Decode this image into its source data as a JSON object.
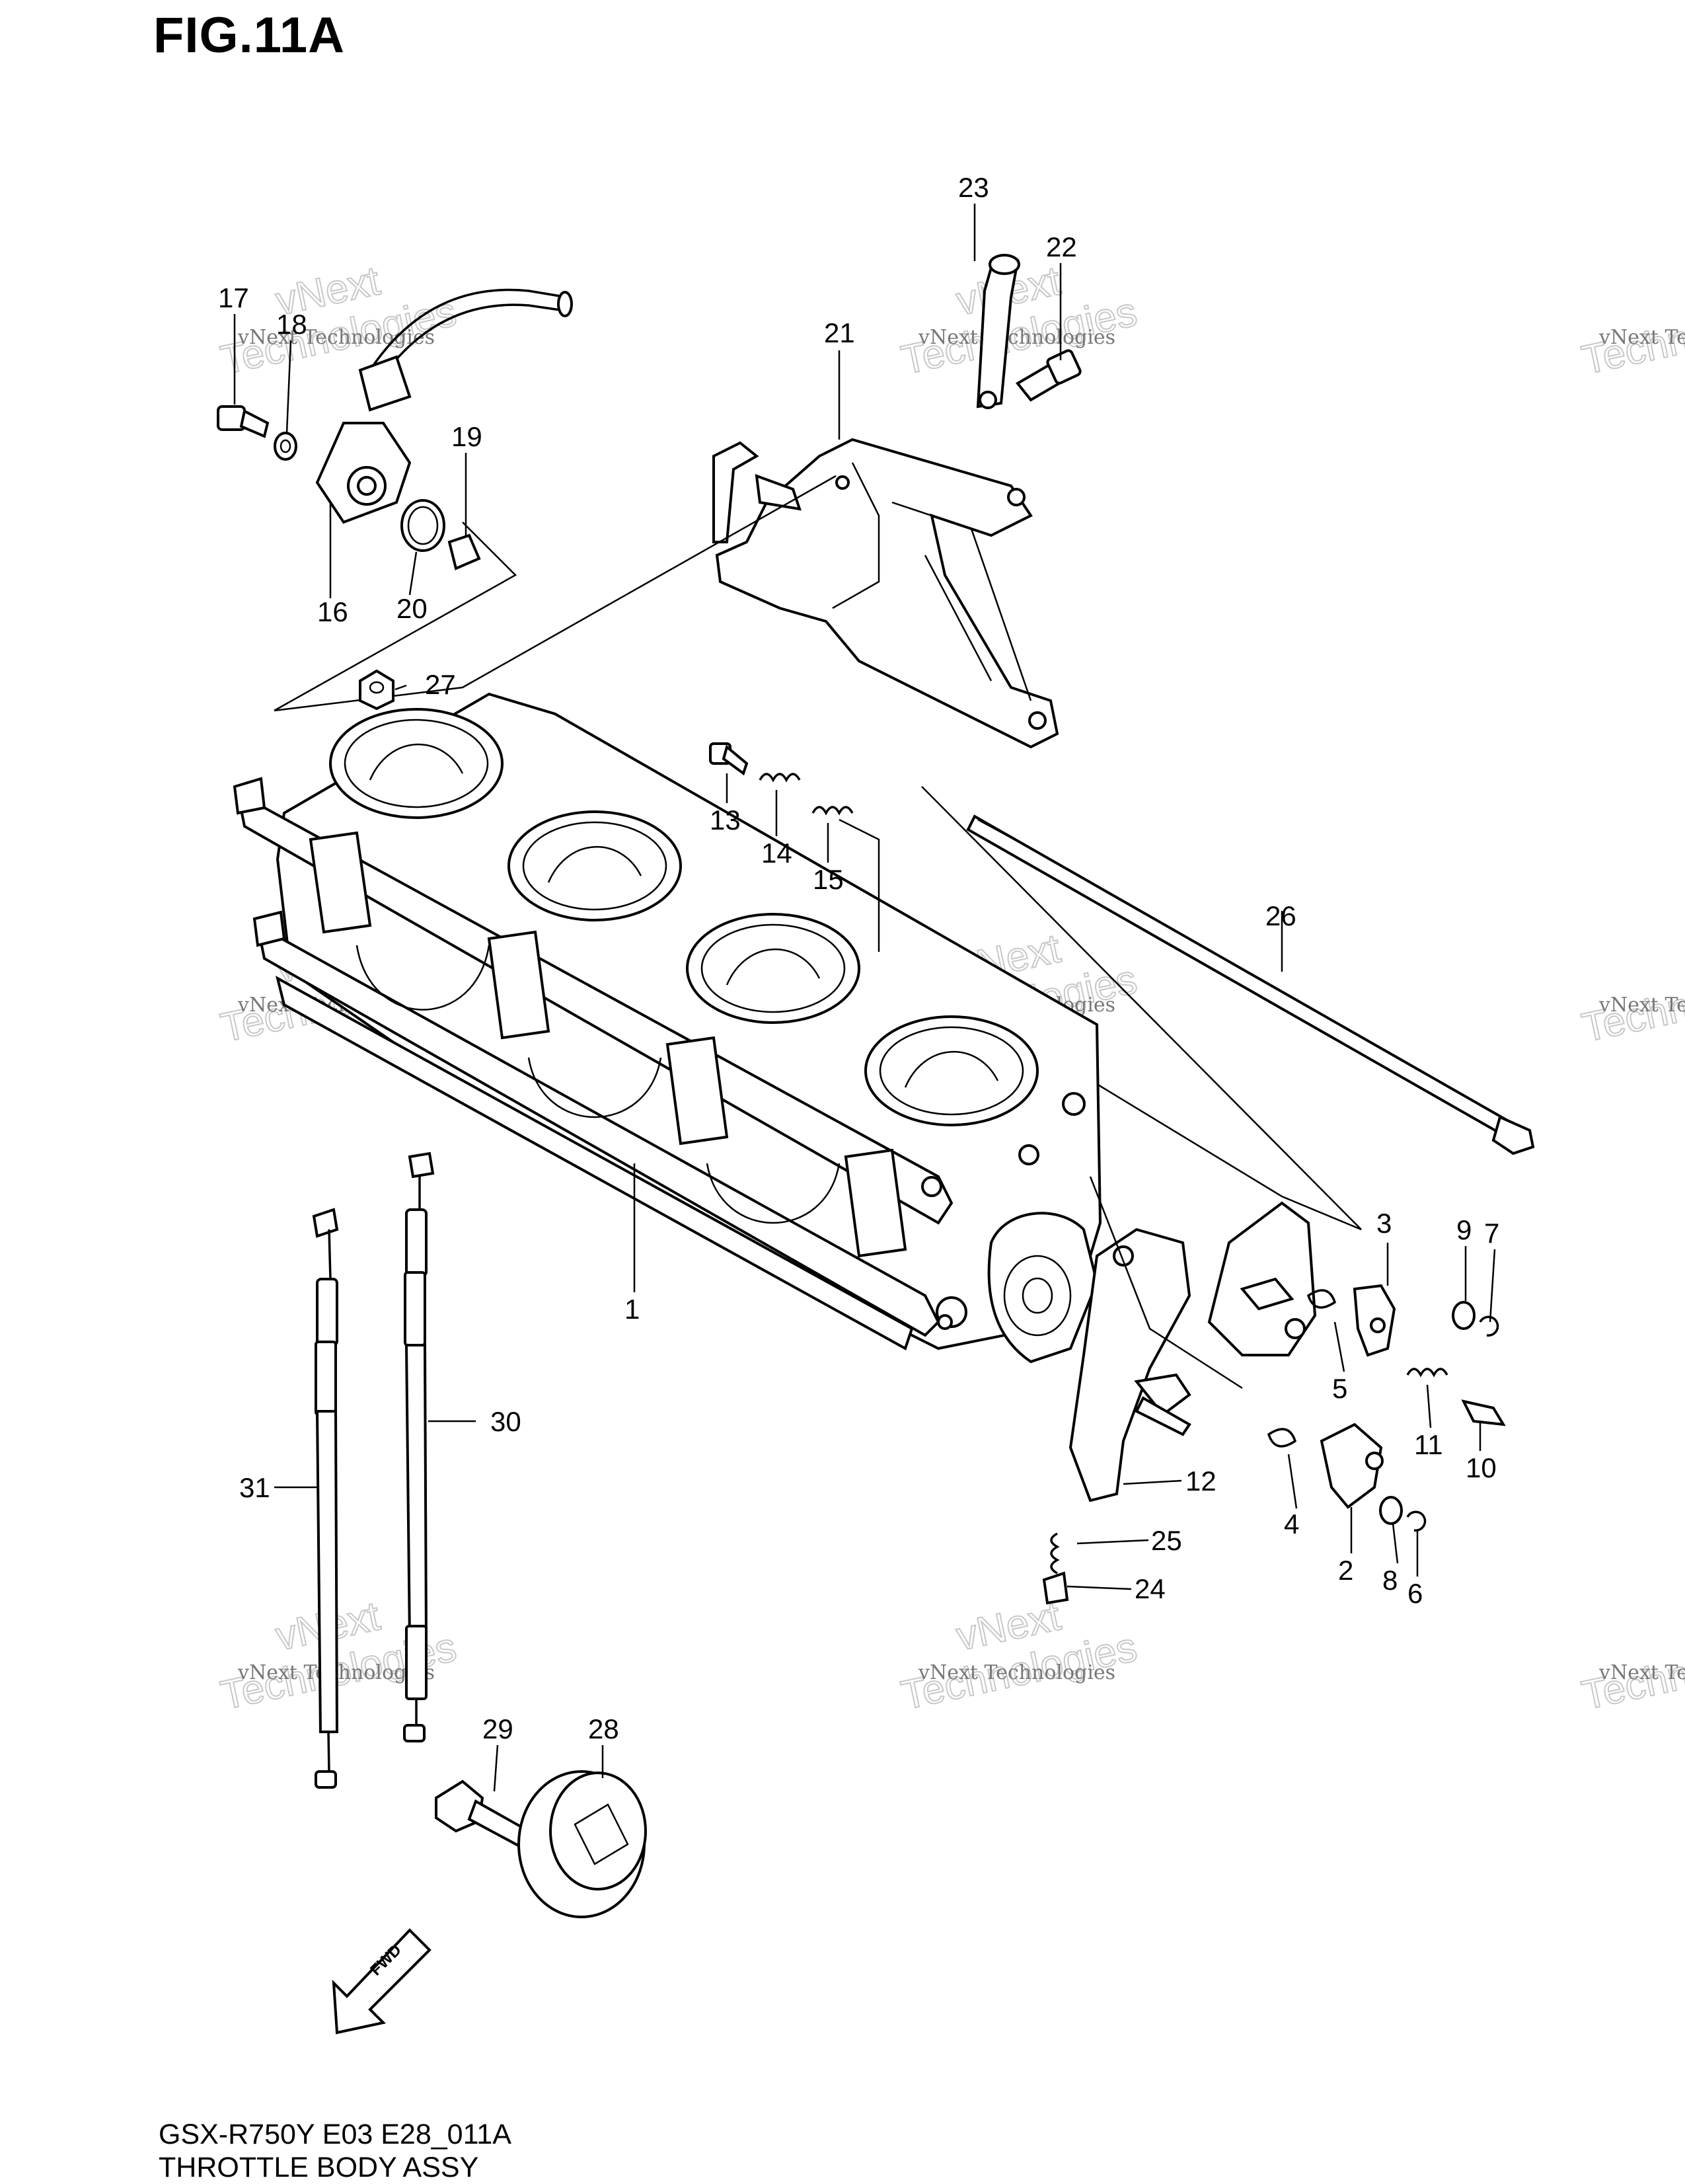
{
  "figure": {
    "title": "FIG.11A",
    "code": "GSX-R750Y E03 E28_011A",
    "name": "THROTTLE BODY ASSY"
  },
  "watermark": {
    "line1": "vNext Technologies",
    "line2": "vNext",
    "line3": "Technologies"
  },
  "fwd_label": "FWD",
  "callouts": [
    "1",
    "2",
    "3",
    "4",
    "5",
    "6",
    "7",
    "8",
    "9",
    "10",
    "11",
    "12",
    "13",
    "14",
    "15",
    "16",
    "17",
    "18",
    "19",
    "20",
    "21",
    "22",
    "23",
    "24",
    "25",
    "26",
    "27",
    "28",
    "29",
    "30",
    "31"
  ]
}
